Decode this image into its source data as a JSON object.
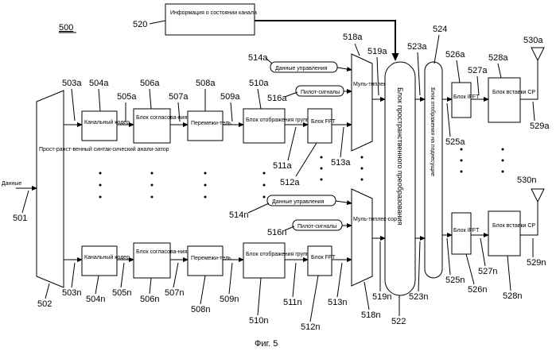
{
  "figure": {
    "number": "500",
    "caption": "Фиг. 5"
  },
  "blocks": {
    "channel_state": "Информация о состоянии канала",
    "spatial_parser": "Прост-ранст-венный синтак-сический анали-затор",
    "channel_coder": "Канальный кодер",
    "rate_matching": "Блок согласова-ния скорости",
    "interleaver": "Перемежи-тель",
    "group_mapper": "Блок отображения групп",
    "fft": "Блок FFT",
    "mux": "Муль-типлек-сор",
    "spatial_transform": "Блок пространственного преобразования",
    "subcarrier_mapper": "Блок отображения на поднесущие",
    "ifft": "Блок IFFT",
    "cp_insert": "Блок вставки CP"
  },
  "inputs": {
    "data": "Данные",
    "control_data": "Данные управления",
    "pilot_signals": "Пилот-сигналы"
  },
  "refs": {
    "r500": "500",
    "r501": "501",
    "r502": "502",
    "r503a": "503a",
    "r503n": "503n",
    "r504a": "504a",
    "r504n": "504n",
    "r505a": "505a",
    "r505n": "505n",
    "r506a": "506a",
    "r506n": "506n",
    "r507a": "507a",
    "r507n": "507n",
    "r508a": "508a",
    "r508n": "508n",
    "r509a": "509a",
    "r509n": "509n",
    "r510a": "510a",
    "r510n": "510n",
    "r511a": "511a",
    "r511n": "511n",
    "r512a": "512a",
    "r512n": "512n",
    "r513a": "513a",
    "r513n": "513n",
    "r514a": "514a",
    "r514n": "514n",
    "r516a": "516a",
    "r516n": "516n",
    "r518a": "518a",
    "r518n": "518n",
    "r519a": "519a",
    "r519n": "519n",
    "r520": "520",
    "r522": "522",
    "r523a": "523a",
    "r523n": "523n",
    "r524": "524",
    "r525a": "525a",
    "r525n": "525n",
    "r526a": "526a",
    "r526n": "526n",
    "r527a": "527a",
    "r527n": "527n",
    "r528a": "528a",
    "r528n": "528n",
    "r529a": "529a",
    "r529n": "529n",
    "r530a": "530a",
    "r530n": "530n"
  }
}
